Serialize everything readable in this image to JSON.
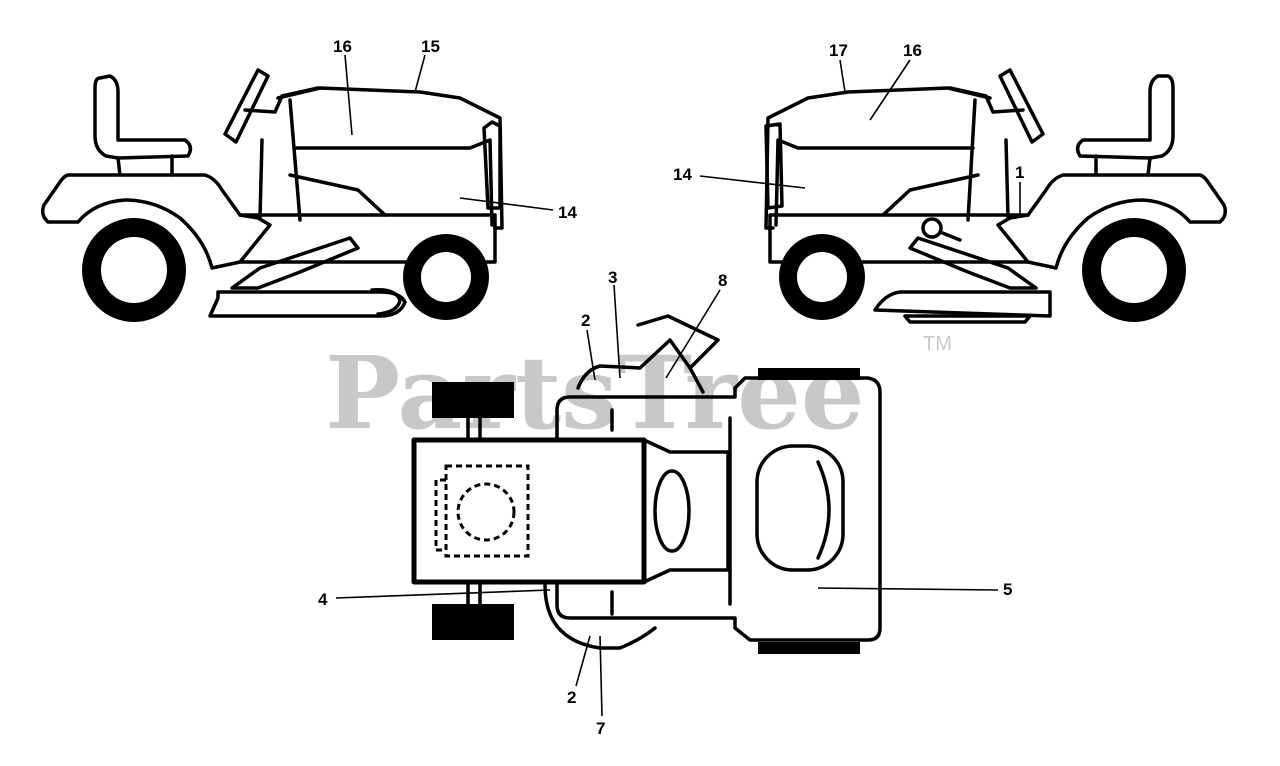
{
  "watermark": {
    "text": "PartsTree",
    "trademark": "TM"
  },
  "callouts": {
    "left_tractor": {
      "c16": "16",
      "c15": "15",
      "c14": "14"
    },
    "right_tractor": {
      "c17": "17",
      "c16": "16",
      "c14": "14",
      "c1": "1"
    },
    "top_view": {
      "c3": "3",
      "c8": "8",
      "c2_top": "2",
      "c4": "4",
      "c5": "5",
      "c2_bottom": "2",
      "c7": "7"
    }
  }
}
